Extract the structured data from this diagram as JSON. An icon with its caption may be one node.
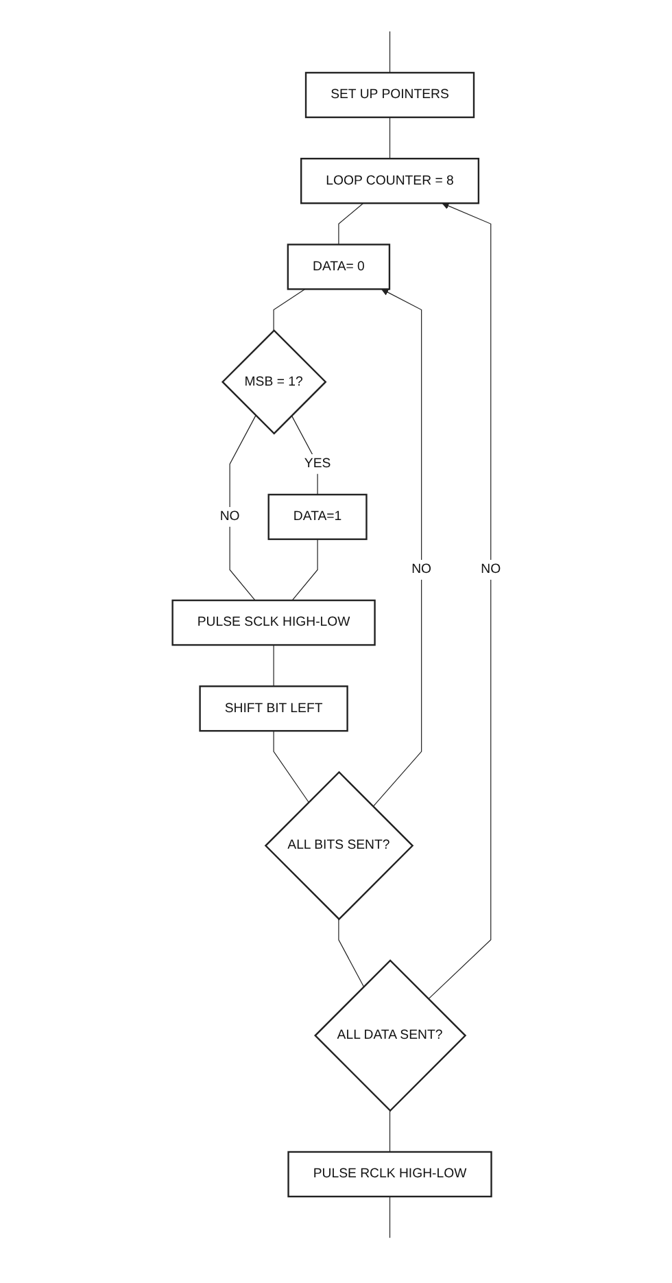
{
  "diagram": {
    "nodes": [
      {
        "text": [
          "SET UP POINTERS"
        ]
      },
      {
        "text": [
          "LOOP COUNTER = 8"
        ]
      },
      {
        "text": [
          "DATA= 0"
        ]
      },
      {
        "text": [
          "MSB = 1?"
        ]
      },
      {
        "text": [
          "DATA=1"
        ]
      },
      {
        "text": [
          "PULSE SCLK HIGH-LOW"
        ]
      },
      {
        "text": [
          "SHIFT BIT LEFT"
        ]
      },
      {
        "text": [
          "ALL BITS SENT?"
        ]
      },
      {
        "text": [
          "ALL DATA SENT?"
        ]
      },
      {
        "text": [
          "PULSE RCLK HIGH-LOW"
        ]
      }
    ],
    "edges": [
      {
        "from": null,
        "to": 0,
        "arrow": "none"
      },
      {
        "from": 0,
        "to": 1,
        "arrow": "none"
      },
      {
        "from": 8,
        "to": 1,
        "arrow": "to",
        "label": "NO"
      },
      {
        "from": 1,
        "to": 2,
        "arrow": "none"
      },
      {
        "from": 2,
        "to": 3,
        "arrow": "none"
      },
      {
        "from": 3,
        "to": 4,
        "arrow": "none",
        "label": "YES"
      },
      {
        "from": 3,
        "to": 5,
        "arrow": "none",
        "label": "NO"
      },
      {
        "from": 4,
        "to": 5,
        "arrow": "none"
      },
      {
        "from": 5,
        "to": 6,
        "arrow": "none"
      },
      {
        "from": 6,
        "to": 7,
        "arrow": "none"
      },
      {
        "from": 7,
        "to": 2,
        "arrow": "to",
        "label": "NO"
      },
      {
        "from": 7,
        "to": 8,
        "arrow": "none"
      },
      {
        "from": 8,
        "to": 9,
        "arrow": "none"
      },
      {
        "from": 9,
        "to": null,
        "arrow": "none"
      }
    ]
  }
}
